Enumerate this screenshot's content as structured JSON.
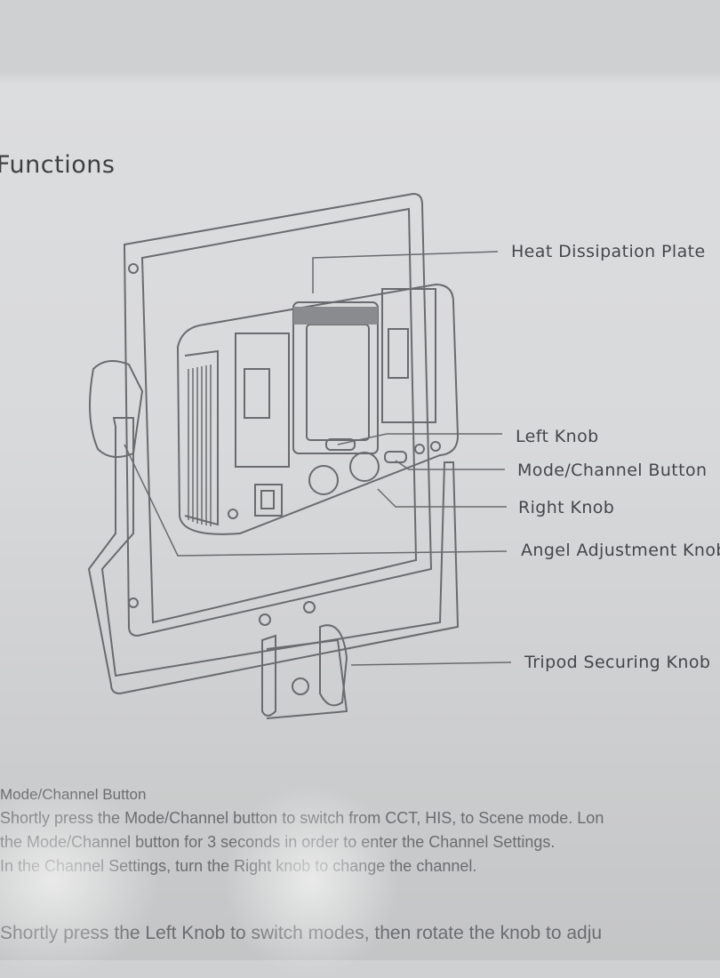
{
  "section_title": "Functions",
  "callouts": [
    "Heat Dissipation Plate",
    "Left Knob",
    "Mode/Channel Button",
    "Right Knob",
    "Angel Adjustment Knob",
    "Tripod Securing Knob"
  ],
  "description": {
    "heading": "Mode/Channel Button",
    "lines": [
      "Shortly press the Mode/Channel button to switch from CCT, HIS, to Scene mode. Lon",
      "the Mode/Channel button for 3 seconds in order to enter the Channel Settings.",
      "In the Channel Settings, turn the Right knob to change the channel."
    ],
    "next_line": "Shortly press the Left Knob to switch modes, then rotate the knob to adju"
  }
}
